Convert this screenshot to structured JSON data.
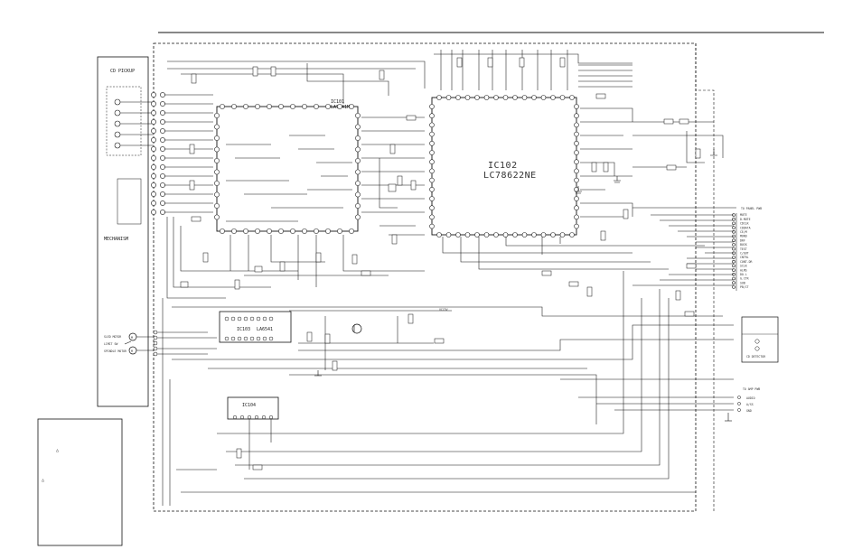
{
  "chips": {
    "ic101": {
      "ref": "IC101",
      "part": "LA9241M"
    },
    "ic102": {
      "ref": "IC102",
      "part": "LC78622NE"
    },
    "ic103": {
      "ref": "IC103",
      "part": "LA6541"
    },
    "ic104": {
      "ref": "IC104",
      "part": ""
    }
  },
  "sections": {
    "mechanism": "MECHANISM",
    "pickup": "CD PICKUP",
    "to_panel": "TO PANEL PWB",
    "to_amp": "TO AMP PWB",
    "cd_detector": "CD DETECTOR",
    "sled_motor": "SLED MOTOR",
    "limit_sw": "LIMIT SW",
    "spindle_motor": "SPINDLE MOTOR",
    "vcc": "VCC5V"
  },
  "connector_right": [
    "MUTE",
    "D.MUTE",
    "CDCLK",
    "CDDATA",
    "CE/M",
    "MONO",
    "DRF",
    "BUCK",
    "TEST",
    "C/OUT",
    "CNTRL",
    "CONT.DR",
    "SCLK",
    "ALMS",
    "DO.L",
    "G.CTR",
    "SUB",
    "PB/CT"
  ],
  "connector_amp": [
    "AUDIO",
    "A/SS",
    "GND"
  ],
  "notes_box": {
    "mark1": "△",
    "mark2": "△"
  },
  "colors": {
    "line": "#111111",
    "paper": "#ffffff"
  }
}
